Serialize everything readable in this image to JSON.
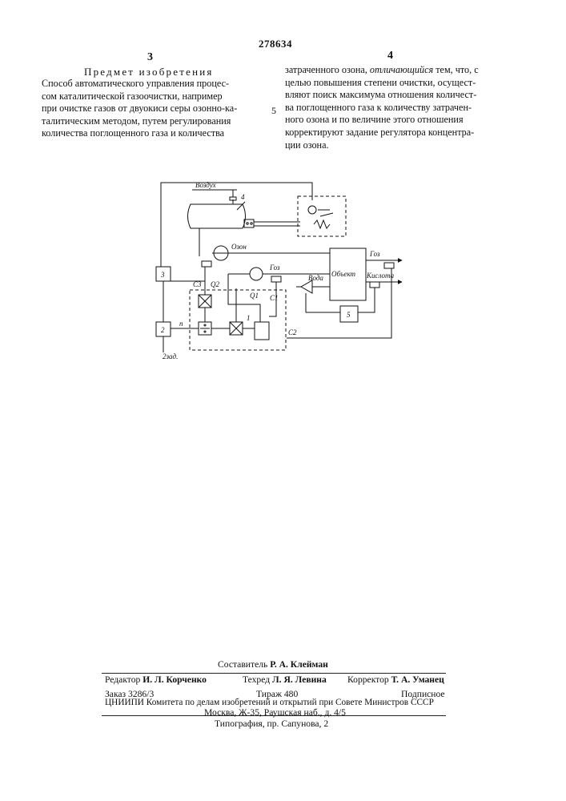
{
  "header": {
    "patent_number": "278634",
    "col_left": "3",
    "col_right": "4"
  },
  "section_title": "Предмет изобретения",
  "claim": {
    "left_lines": [
      "Способ автоматического управления процес-",
      "сом каталитической газоочистки, например",
      "при очистке газов от двуокиси серы озонно-ка-",
      "талитическим методом, путем регулирования",
      "количества поглощенного газа и количества"
    ],
    "right_line_1": "затраченного озона,",
    "right_emphasis": "отличающийся",
    "right_line_1_tail": "тем, что, с",
    "right_lines": [
      "целью повышения степени очистки, осущест-",
      "вляют поиск максимума отношения количест-",
      "ва поглощенного газа к количеству затрачен-",
      "ного озона и по величине этого отношения",
      "корректируют задание регулятора концентра-",
      "ции озона."
    ],
    "line_marker": "5"
  },
  "diagram_labels": {
    "air": "Воздух",
    "block_4": "4",
    "ozone": "Озон",
    "gas_in": "Гоз",
    "gas_out": "Гоз",
    "water": "Вода",
    "acid": "Кислота",
    "object": "Объект",
    "block_3": "3",
    "block_2": "2",
    "block_1": "1",
    "block_5": "5",
    "c1": "C1",
    "c2": "C2",
    "c3": "C3",
    "q1": "Q1",
    "q2": "Q2",
    "n": "n",
    "setpoint": "2зад."
  },
  "credits": {
    "compiler_label": "Составитель",
    "compiler": "Р. А. Клейман",
    "editor_label": "Редактор",
    "editor": "И. Л. Корченко",
    "techred_label": "Техред",
    "techred": "Л. Я. Левина",
    "corrector_label": "Корректор",
    "corrector": "Т. А. Уманец",
    "order": "Заказ 3286/3",
    "circulation": "Тираж 480",
    "subscription": "Подписное",
    "org_line": "ЦНИИПИ Комитета по делам изобретений и открытий при Совете Министров СССР",
    "address": "Москва, Ж-35, Раушская наб., д. 4/5",
    "printing": "Типография, пр. Сапунова, 2"
  }
}
